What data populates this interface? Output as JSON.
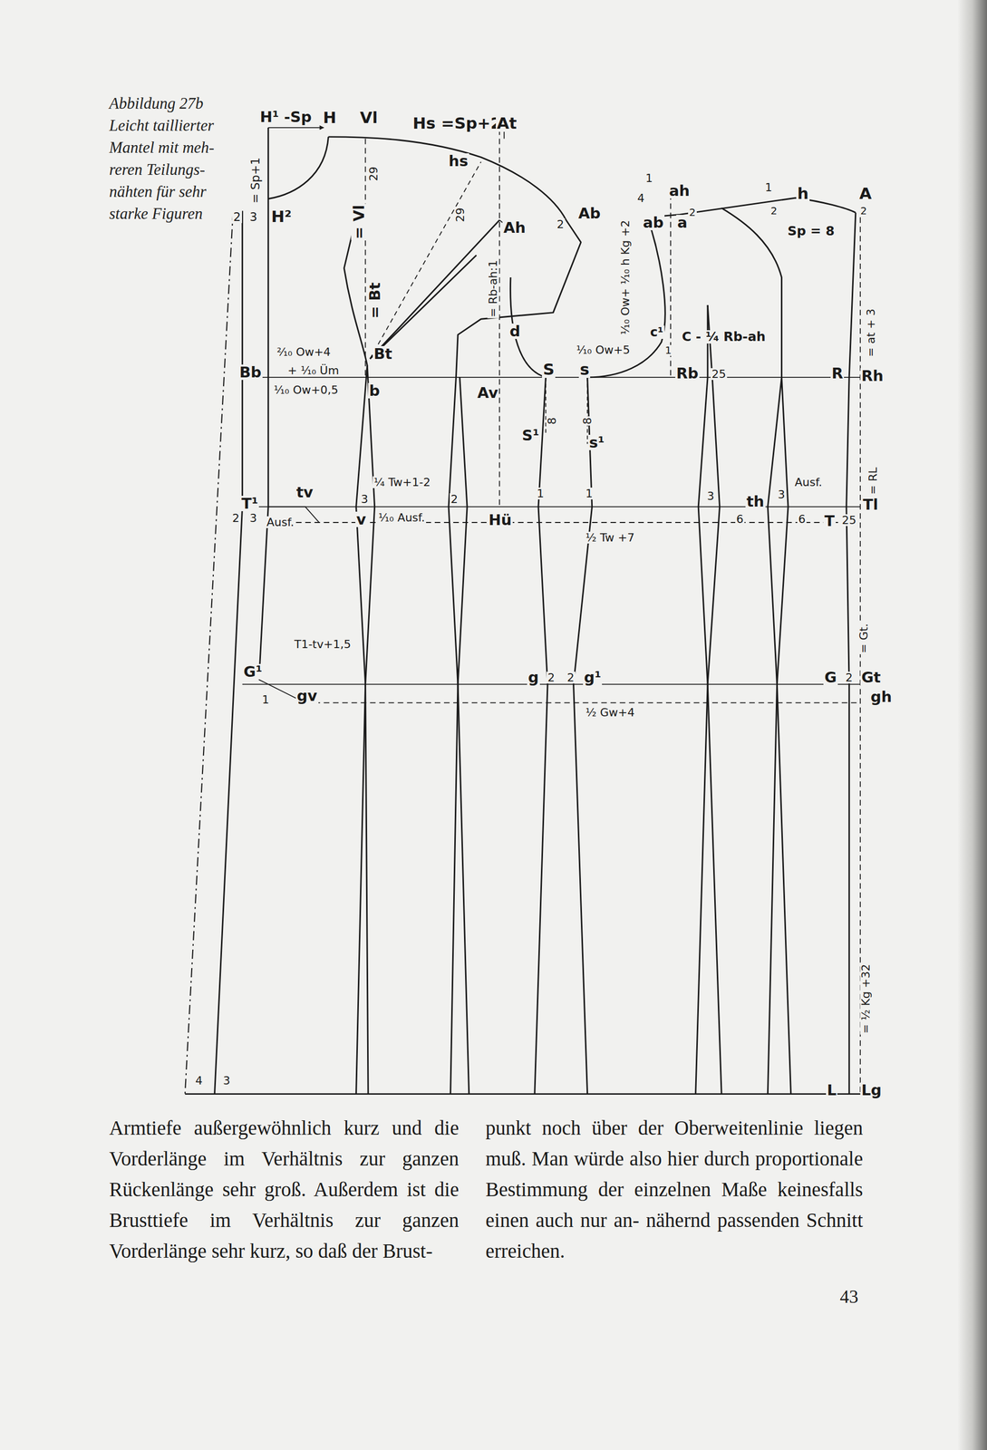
{
  "diagram": {
    "caption": "Abbildung 27b Leicht taillierter Mantel mit meh- reren Teilungs- nähten für sehr starke Figuren",
    "labels": [
      "H¹ -Sp",
      "H",
      "Vl",
      "Hs =Sp+2",
      "At",
      "= Sp+1",
      "2",
      "3",
      "H²",
      "hs",
      "29",
      "= Vl",
      "29",
      "Ah",
      "Ab",
      "2",
      "= Rb-ah:1",
      "= Bt",
      "d",
      "²⁄₁₀ Ow+4",
      "Bt",
      "Bb",
      "+ ¹⁄₁₀ Üm",
      "¹⁄₁₀ Ow+0,5",
      "b",
      "Av",
      "S",
      "s",
      "¹⁄₁₀ Ow+5",
      "¹⁄₁₀ Ow+ ¹⁄₁₀ h Kg +2",
      "1",
      "4",
      "ah",
      "ab",
      "a",
      "2",
      "1",
      "h",
      "2",
      "A",
      "2",
      "Sp = 8",
      "c¹",
      "1",
      "C - ¹⁄₄ Rb-ah",
      "Rb",
      "25",
      "R",
      "Rh",
      "= at + 3",
      "8",
      "8",
      "S¹",
      "s¹",
      "T¹",
      "tv",
      "¹⁄₄ Tw+1-2",
      "3",
      "v",
      "¹⁄₁₀ Ausf.",
      "2",
      "Hü",
      "1",
      "1",
      "¹⁄₂ Tw +7",
      "3",
      "th",
      "3",
      "Ausf.",
      "6",
      "6",
      "T",
      "25",
      "Tl",
      "= RL",
      "2",
      "3",
      "Ausf.",
      "T1-tv+1,5",
      "G¹",
      "gv",
      "1",
      "g",
      "2",
      "2",
      "g¹",
      "¹⁄₂ Gw+4",
      "G",
      "2",
      "Gt",
      "gh",
      "= Gt.",
      "= ¹⁄₂ Kg +32",
      "4",
      "3",
      "L",
      "Lg",
      "Armtiefe außergewöhnlich kurz und die Vorderlänge im Verhältnis zur ganzen Rückenlänge sehr groß. Außerdem ist die Brusttiefe im Verhältnis zur ganzen Vorderlänge sehr kurz, so daß der Brust-",
      "punkt noch über der Oberweitenlinie liegen muß. Man würde also hier durch proportionale Bestimmung der einzelnen Maße keinesfalls einen auch nur an- nähernd passenden Schnitt erreichen.",
      "43"
    ]
  }
}
